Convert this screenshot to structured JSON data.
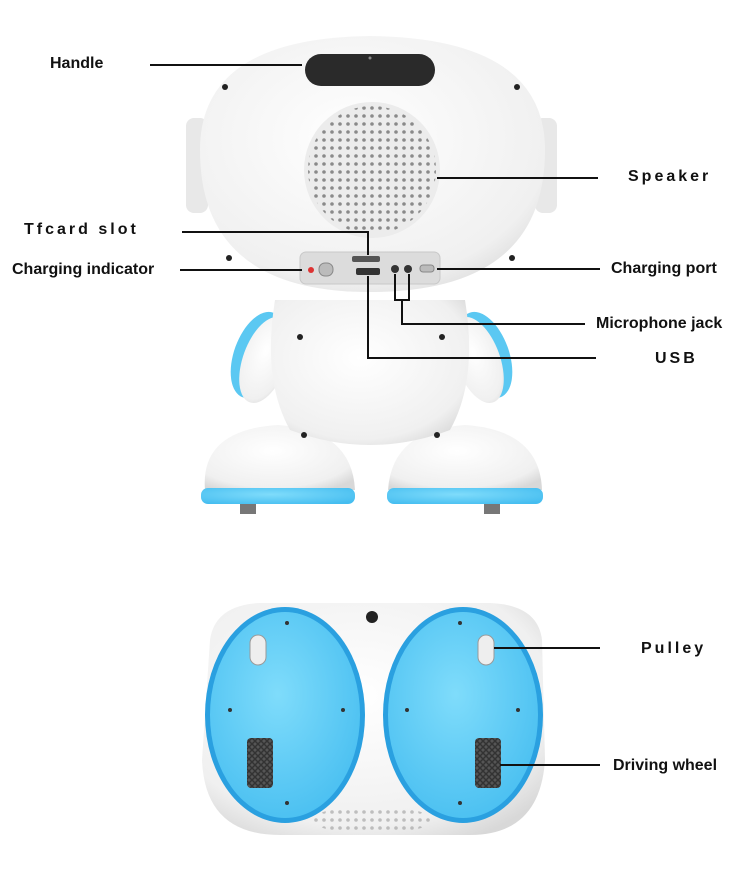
{
  "labels": {
    "handle": "Handle",
    "speaker": "Speaker",
    "tfcard_slot": "Tfcard slot",
    "charging_indicator": "Charging indicator",
    "charging_port": "Charging port",
    "microphone_jack": "Microphone jack",
    "usb": "USB",
    "pulley": "Pulley",
    "driving_wheel": "Driving wheel"
  },
  "colors": {
    "accent_blue": "#5bc8f2",
    "outline_blue": "#2aa0e0",
    "body_white": "#f4f4f4",
    "line": "#111111"
  }
}
